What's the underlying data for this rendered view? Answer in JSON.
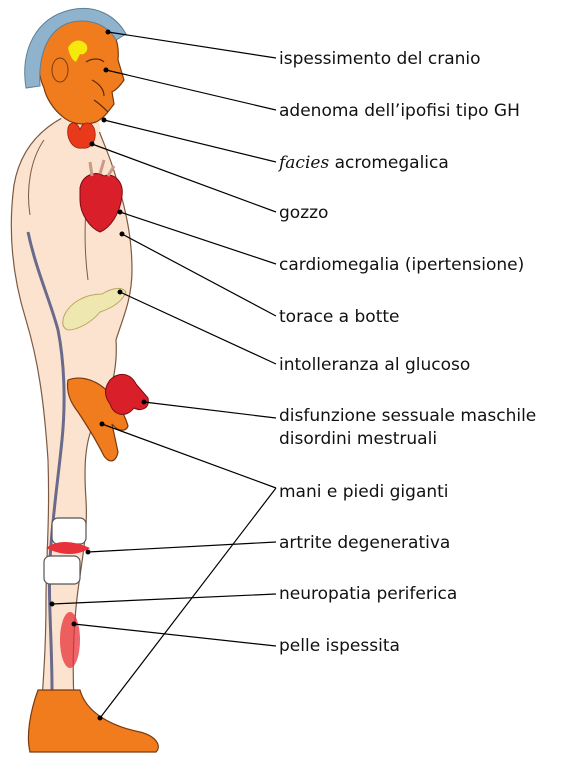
{
  "colors": {
    "skin_light": "#fbe3cf",
    "skin_affected": "#f07c1e",
    "skull_thickening": "#8fb3cc",
    "pituitary": "#f4e90a",
    "heart": "#d9202a",
    "goiter": "#e83a1a",
    "pancreas": "#efe7b0",
    "vein": "#6a6a8c",
    "skin_lesion": "#e8313a"
  },
  "labels": [
    {
      "text": "ispessimento del  cranio",
      "icon": "skull-thickening-icon"
    },
    {
      "text": "adenoma dell’ipofisi tipo GH",
      "icon": "pituitary-adenoma-icon"
    },
    {
      "text_italic": "facies",
      "text": " acromegalica",
      "icon": "face-icon"
    },
    {
      "text": "gozzo",
      "icon": "thyroid-goiter-icon"
    },
    {
      "text": "cardiomegalia (ipertensione)",
      "icon": "heart-icon"
    },
    {
      "text": "torace a botte",
      "icon": "thorax-icon"
    },
    {
      "text": "intolleranza al glucoso",
      "icon": "pancreas-icon"
    },
    {
      "text": "disfunzione sessuale maschile",
      "icon": "genital-icon"
    },
    {
      "text": "disordini mestruali",
      "icon": "genital-icon"
    },
    {
      "text": "mani e piedi giganti",
      "icon": "hand-foot-icon"
    },
    {
      "text": "artrite degenerativa",
      "icon": "knee-joint-icon"
    },
    {
      "text": "neuropatia periferica",
      "icon": "nerve-icon"
    },
    {
      "text": "pelle ispessita",
      "icon": "skin-lesion-icon"
    }
  ]
}
